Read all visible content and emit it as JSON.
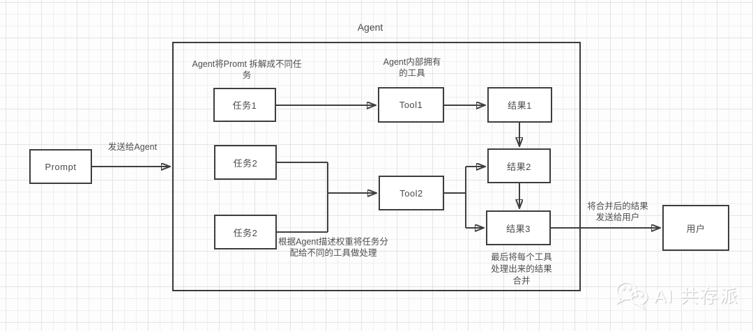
{
  "title": "Agent",
  "nodes": {
    "prompt": {
      "label": "Prompt"
    },
    "task1": {
      "label": "任务1"
    },
    "task2a": {
      "label": "任务2"
    },
    "task2b": {
      "label": "任务2"
    },
    "tool1": {
      "label": "Tool1"
    },
    "tool2": {
      "label": "Tool2"
    },
    "result1": {
      "label": "结果1"
    },
    "result2": {
      "label": "结果2"
    },
    "result3": {
      "label": "结果3"
    },
    "user": {
      "label": "用户"
    }
  },
  "annotations": {
    "send_to_agent": {
      "line1": "发送给Agent"
    },
    "decompose": {
      "line1": "Agent将Promt 拆解成不同任",
      "line2": "务"
    },
    "internal_tools": {
      "line1": "Agent内部拥有",
      "line2": "的工具"
    },
    "assign_by_weight": {
      "line1": "根据Agent描述权重将任务分",
      "line2": "配给不同的工具做处理"
    },
    "merge_results": {
      "line1": "最后将每个工具",
      "line2": "处理出来的结果",
      "line3": "合并"
    },
    "send_to_user": {
      "line1": "将合并后的结果",
      "line2": "发送给用户"
    }
  },
  "watermark": {
    "brand": "AI 共存派",
    "icon": "wechat-icon"
  },
  "colors": {
    "stroke": "#3f3f3f",
    "text": "#4a4a4a",
    "box_fill": "#ffffff",
    "grid_minor": "#efefef",
    "grid_major": "#e3e3e3",
    "watermark": "#ffffff"
  }
}
